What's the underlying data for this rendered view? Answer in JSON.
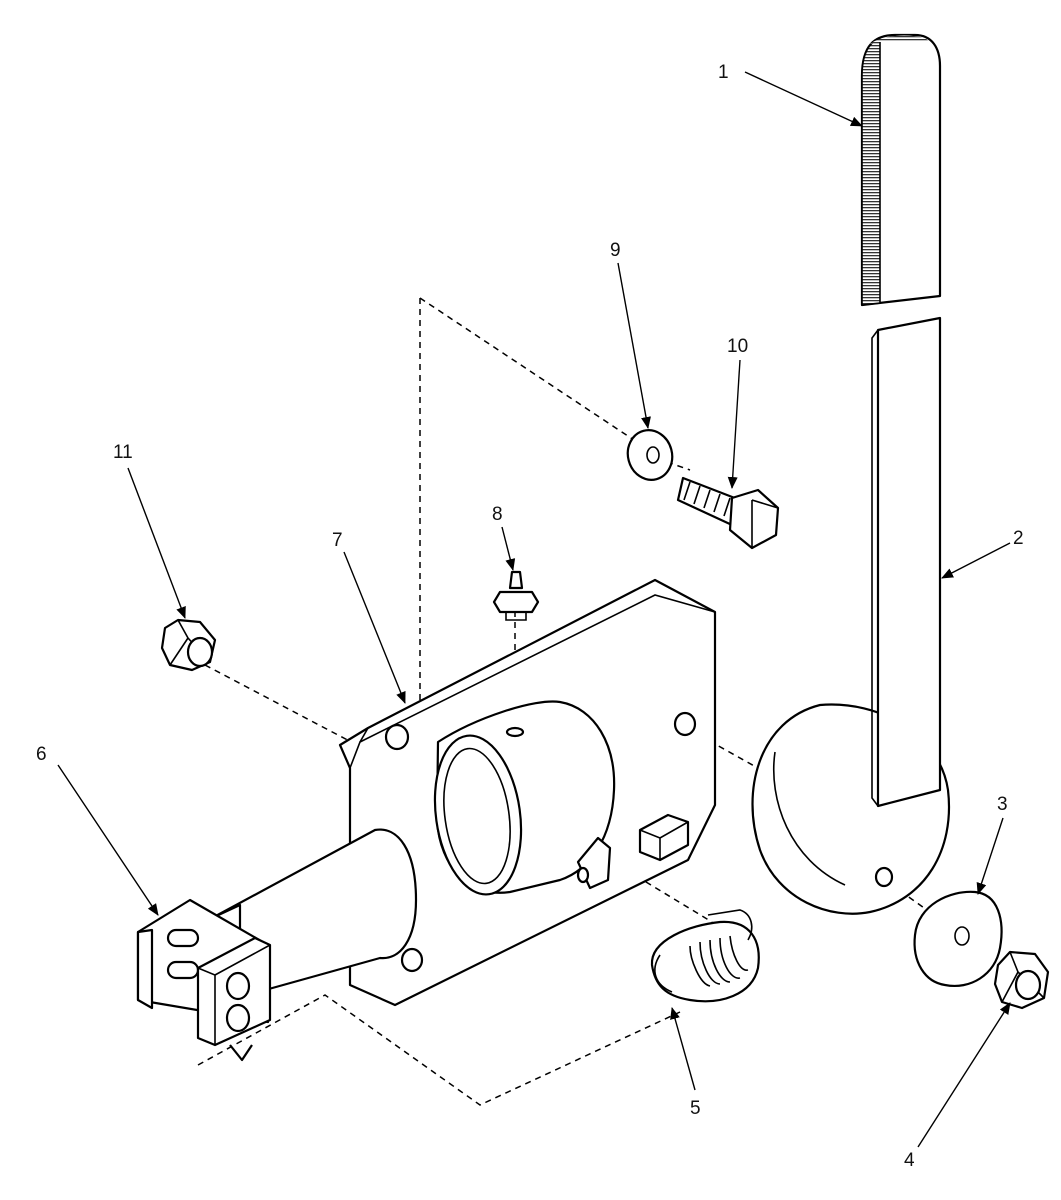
{
  "callouts": [
    {
      "id": "1",
      "label": "1"
    },
    {
      "id": "2",
      "label": "2"
    },
    {
      "id": "3",
      "label": "3"
    },
    {
      "id": "4",
      "label": "4"
    },
    {
      "id": "5",
      "label": "5"
    },
    {
      "id": "6",
      "label": "6"
    },
    {
      "id": "7",
      "label": "7"
    },
    {
      "id": "8",
      "label": "8"
    },
    {
      "id": "9",
      "label": "9"
    },
    {
      "id": "10",
      "label": "10"
    },
    {
      "id": "11",
      "label": "11"
    }
  ],
  "colors": {
    "line": "#000000",
    "background": "#ffffff",
    "grip": "#555555"
  }
}
